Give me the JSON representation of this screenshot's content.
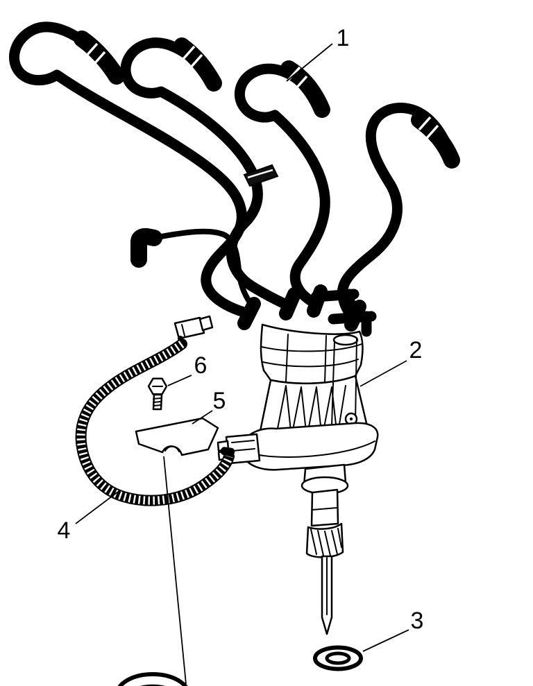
{
  "page": {
    "background_color": "#ffffff",
    "line_color": "#000000"
  },
  "figure": {
    "type": "exploded-parts-diagram",
    "callouts": [
      {
        "label": "1"
      },
      {
        "label": "2"
      },
      {
        "label": "3"
      },
      {
        "label": "4"
      },
      {
        "label": "5"
      },
      {
        "label": "6"
      }
    ]
  }
}
